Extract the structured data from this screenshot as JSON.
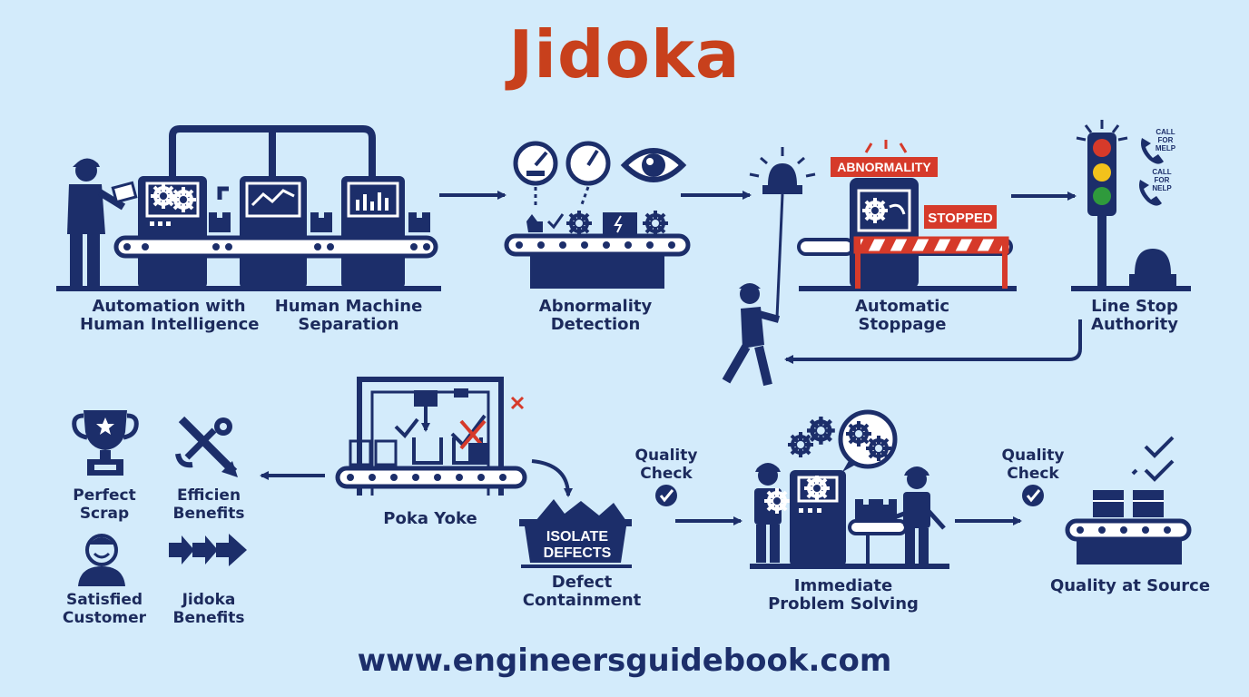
{
  "title": "Jidoka",
  "footer": "www.engineersguidebook.com",
  "colors": {
    "navy": "#1c2e6a",
    "red": "#d63a2a",
    "background": "#d3ebfb",
    "title": "#c8401c"
  },
  "steps": {
    "automation": [
      "Automation with",
      "Human Intelligence"
    ],
    "separation": [
      "Human Machine",
      "Separation"
    ],
    "detection": [
      "Abnormality",
      "Detection"
    ],
    "stoppage": [
      "Automatic",
      "Stoppage"
    ],
    "line_stop": [
      "Line Stop",
      "Authority"
    ],
    "poka_yoke": "Poka Yoke",
    "containment": [
      "Defect",
      "Containment"
    ],
    "problem_solving": [
      "Immediate",
      "Problem Solving"
    ],
    "quality_source": "Quality at Source"
  },
  "badges": {
    "abnormality": "ABNORMALITY",
    "stopped": "STOPPED",
    "isolate": [
      "ISOLATE",
      "DEFECTS"
    ],
    "call_help_1": [
      "CALL",
      "FOR",
      "MELP"
    ],
    "call_help_2": [
      "CALL",
      "FOR",
      "NELP"
    ]
  },
  "quality_check": [
    "Quality",
    "Check"
  ],
  "benefits": {
    "perfect": [
      "Perfect",
      "Scrap"
    ],
    "efficien": [
      "Efficien",
      "Benefits"
    ],
    "satisfied": [
      "Satisfied",
      "Customer"
    ],
    "jidoka": [
      "Jidoka",
      "Benefits"
    ]
  },
  "icons": [
    "operator-icon",
    "machine-icon",
    "gauge-icon",
    "eye-icon",
    "siren-icon",
    "barrier-icon",
    "traffic-light-icon",
    "phone-icon",
    "worker-icon",
    "poka-yoke-frame-icon",
    "bin-icon",
    "gears-icon",
    "check-icon",
    "trophy-icon",
    "tools-icon",
    "customer-icon",
    "arrows-icon",
    "conveyor-icon"
  ]
}
